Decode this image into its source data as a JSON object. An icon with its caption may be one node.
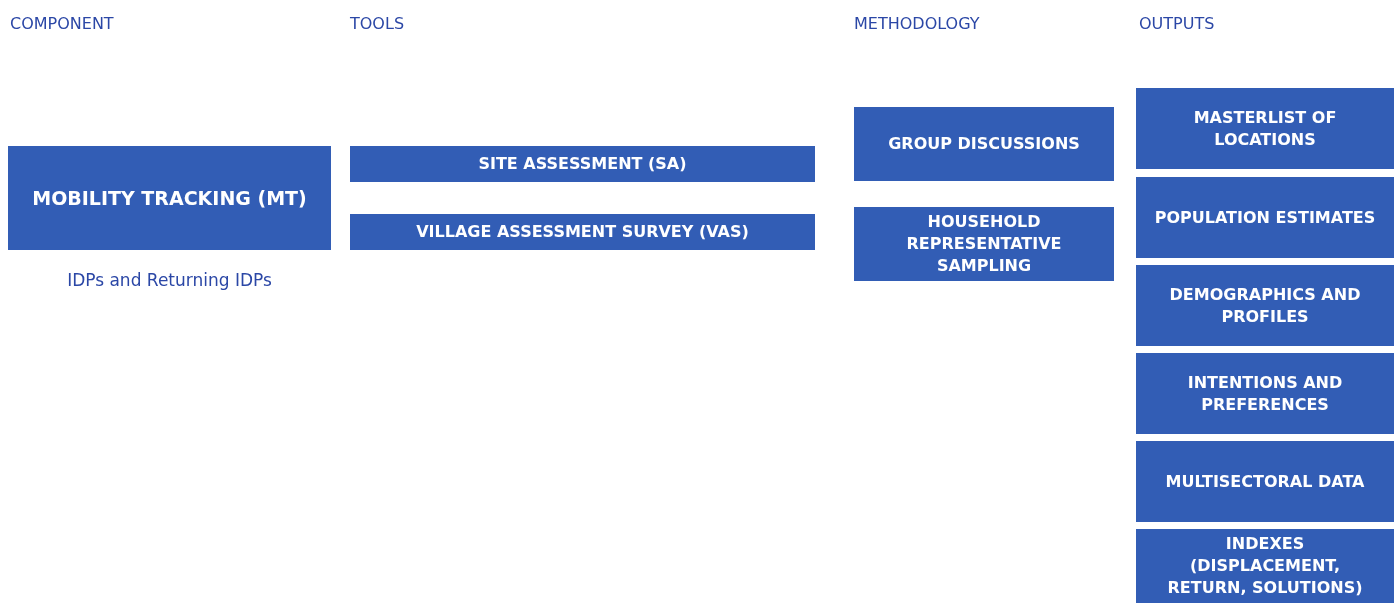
{
  "diagram": {
    "nodes": [
      {
        "text": [
          "MOBILITY TRACKING (MT)"
        ],
        "beside": [
          "IDPs and Returning IDPs"
        ]
      },
      {
        "text": [
          "SITE ASSESSMENT (SA)"
        ]
      },
      {
        "text": [
          "VILLAGE ASSESSMENT SURVEY (VAS)"
        ]
      },
      {
        "text": [
          "GROUP DISCUSSIONS"
        ]
      },
      {
        "text": [
          "HOUSEHOLD REPRESENTATIVE SAMPLING"
        ]
      },
      {
        "text": [
          "MASTERLIST OF LOCATIONS"
        ]
      },
      {
        "text": [
          "POPULATION ESTIMATES"
        ]
      },
      {
        "text": [
          "DEMOGRAPHICS AND PROFILES"
        ]
      },
      {
        "text": [
          "INTENTIONS AND PREFERENCES"
        ]
      },
      {
        "text": [
          "MULTISECTORAL DATA"
        ]
      },
      {
        "text": [
          "INDEXES (DISPLACEMENT, RETURN, SOLUTIONS)"
        ]
      }
    ],
    "labels": [
      "COMPONENT",
      "TOOLS",
      "METHODOLOGY",
      "OUTPUTS"
    ]
  }
}
